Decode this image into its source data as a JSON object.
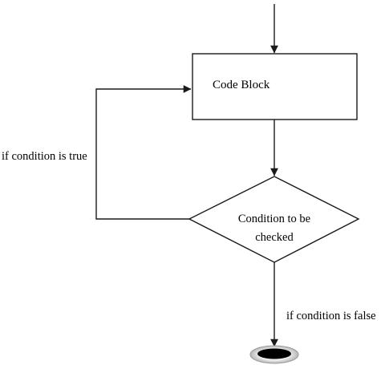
{
  "diagram": {
    "nodes": {
      "code_block": {
        "label": "Code Block"
      },
      "condition": {
        "line1": "Condition to be",
        "line2": "checked"
      }
    },
    "edges": {
      "loop_back": {
        "label": "if condition is true"
      },
      "exit": {
        "label": "if condition is false"
      }
    },
    "colors": {
      "line": "#1a1a1a",
      "end_fill": "#000000",
      "end_ring": "#d0d0d0"
    }
  }
}
